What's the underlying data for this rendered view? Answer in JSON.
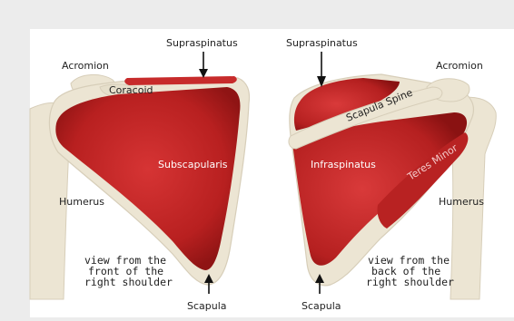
{
  "colors": {
    "background": "#ececec",
    "panel": "#ffffff",
    "bone": "#ece5d3",
    "bone_edge": "#d7ceb9",
    "muscle": "#c72b2b",
    "muscle_dark": "#8f1414"
  },
  "front_view": {
    "labels": {
      "supraspinatus": "Supraspinatus",
      "acromion": "Acromion",
      "coracoid": "Coracoid",
      "subscapularis": "Subscapularis",
      "humerus": "Humerus",
      "scapula": "Scapula"
    },
    "caption_lines": [
      "view from the",
      "front of the",
      "right shoulder"
    ]
  },
  "back_view": {
    "labels": {
      "supraspinatus": "Supraspinatus",
      "acromion": "Acromion",
      "scapula_spine": "Scapula Spine",
      "infraspinatus": "Infraspinatus",
      "teres_minor": "Teres Minor",
      "humerus": "Humerus",
      "scapula": "Scapula"
    },
    "caption_lines": [
      "view from the",
      "back of the",
      "right shoulder"
    ]
  }
}
